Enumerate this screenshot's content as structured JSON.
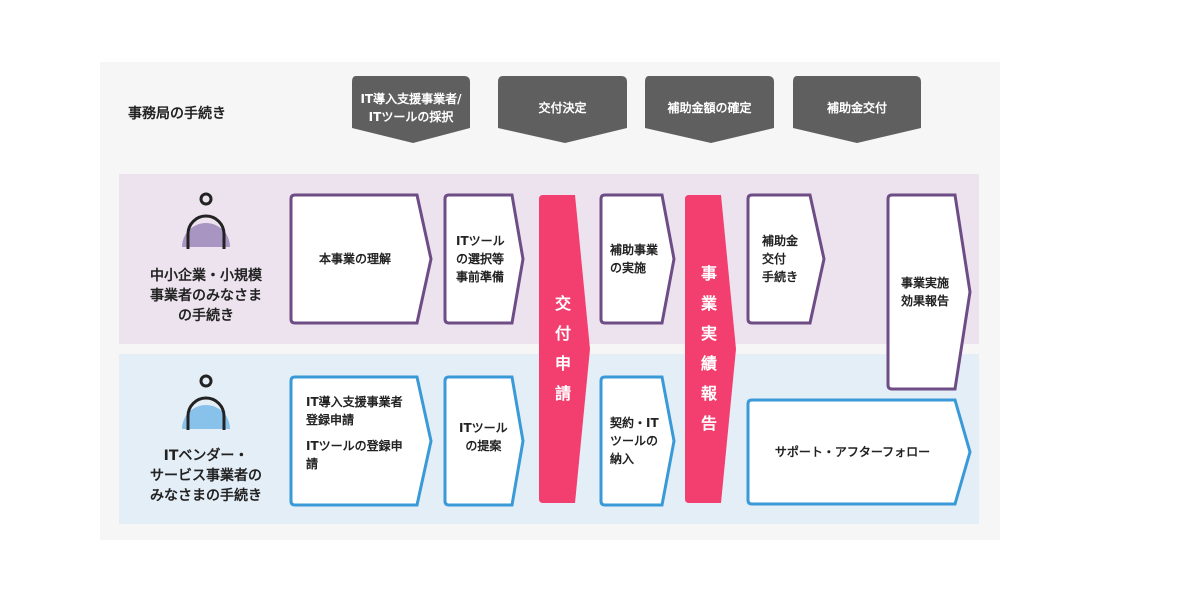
{
  "office_label": "事務局の手続き",
  "office_steps": [
    {
      "line1": "IT導入支援事業者/",
      "line2": "ITツールの採択"
    },
    {
      "line1": "交付決定"
    },
    {
      "line1": "補助金額の確定"
    },
    {
      "line1": "補助金交付"
    }
  ],
  "sme": {
    "label_lines": [
      "中小企業・小規模",
      "事業者のみなさま",
      "の手続き"
    ],
    "steps": [
      {
        "lines": [
          "本事業の理解"
        ]
      },
      {
        "lines": [
          "ITツール",
          "の選択等",
          "事前準備"
        ]
      },
      {
        "lines": [
          "補助事業",
          "の実施"
        ]
      },
      {
        "lines": [
          "補助金",
          "交付",
          "手続き"
        ]
      },
      {
        "lines": [
          "事業実施",
          "効果報告"
        ]
      }
    ]
  },
  "vendor": {
    "label_lines": [
      "ITベンダー・",
      "サービス事業者の",
      "みなさまの手続き"
    ],
    "steps": [
      {
        "lines": [
          "IT導入支援事業者",
          "登録申請",
          "ITツールの登録申",
          "請"
        ]
      },
      {
        "lines": [
          "ITツール",
          "の提案"
        ]
      },
      {
        "lines": [
          "契約・IT",
          "ツールの",
          "納入"
        ]
      },
      {
        "lines": [
          "サポート・アフターフォロー"
        ]
      }
    ]
  },
  "milestones": [
    {
      "text": "交\n付\n申\n請"
    },
    {
      "text": "事\n業\n実\n績\n報\n告"
    }
  ],
  "colors": {
    "office_step": "#5f5f5f",
    "sme_border": "#6e4c86",
    "vendor_border": "#3a9ad8",
    "milestone": "#f23f6f",
    "sme_icon_fill": "#a995c1",
    "vendor_icon_fill": "#88c2eb"
  }
}
